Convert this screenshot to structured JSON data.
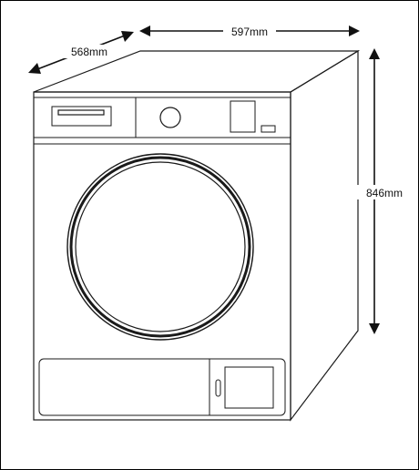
{
  "dimensions": {
    "width": "597mm",
    "depth": "568mm",
    "height": "846mm"
  },
  "colors": {
    "outline": "#1a1a1a",
    "background": "#ffffff",
    "arrow": "#111111"
  }
}
